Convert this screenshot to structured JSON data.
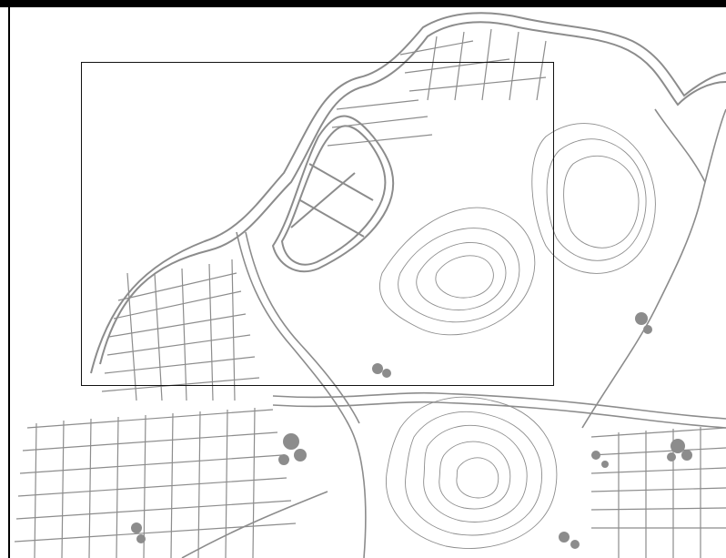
{
  "map": {
    "style": "topographic line map",
    "colors": {
      "background": "#ffffff",
      "line": "#8c8c8c",
      "frame": "#111111",
      "border": "#000000"
    },
    "layers": [
      "coastline",
      "roads",
      "contour-lines",
      "city-blocks",
      "terraced-ponds"
    ],
    "selection": {
      "present": true
    }
  }
}
